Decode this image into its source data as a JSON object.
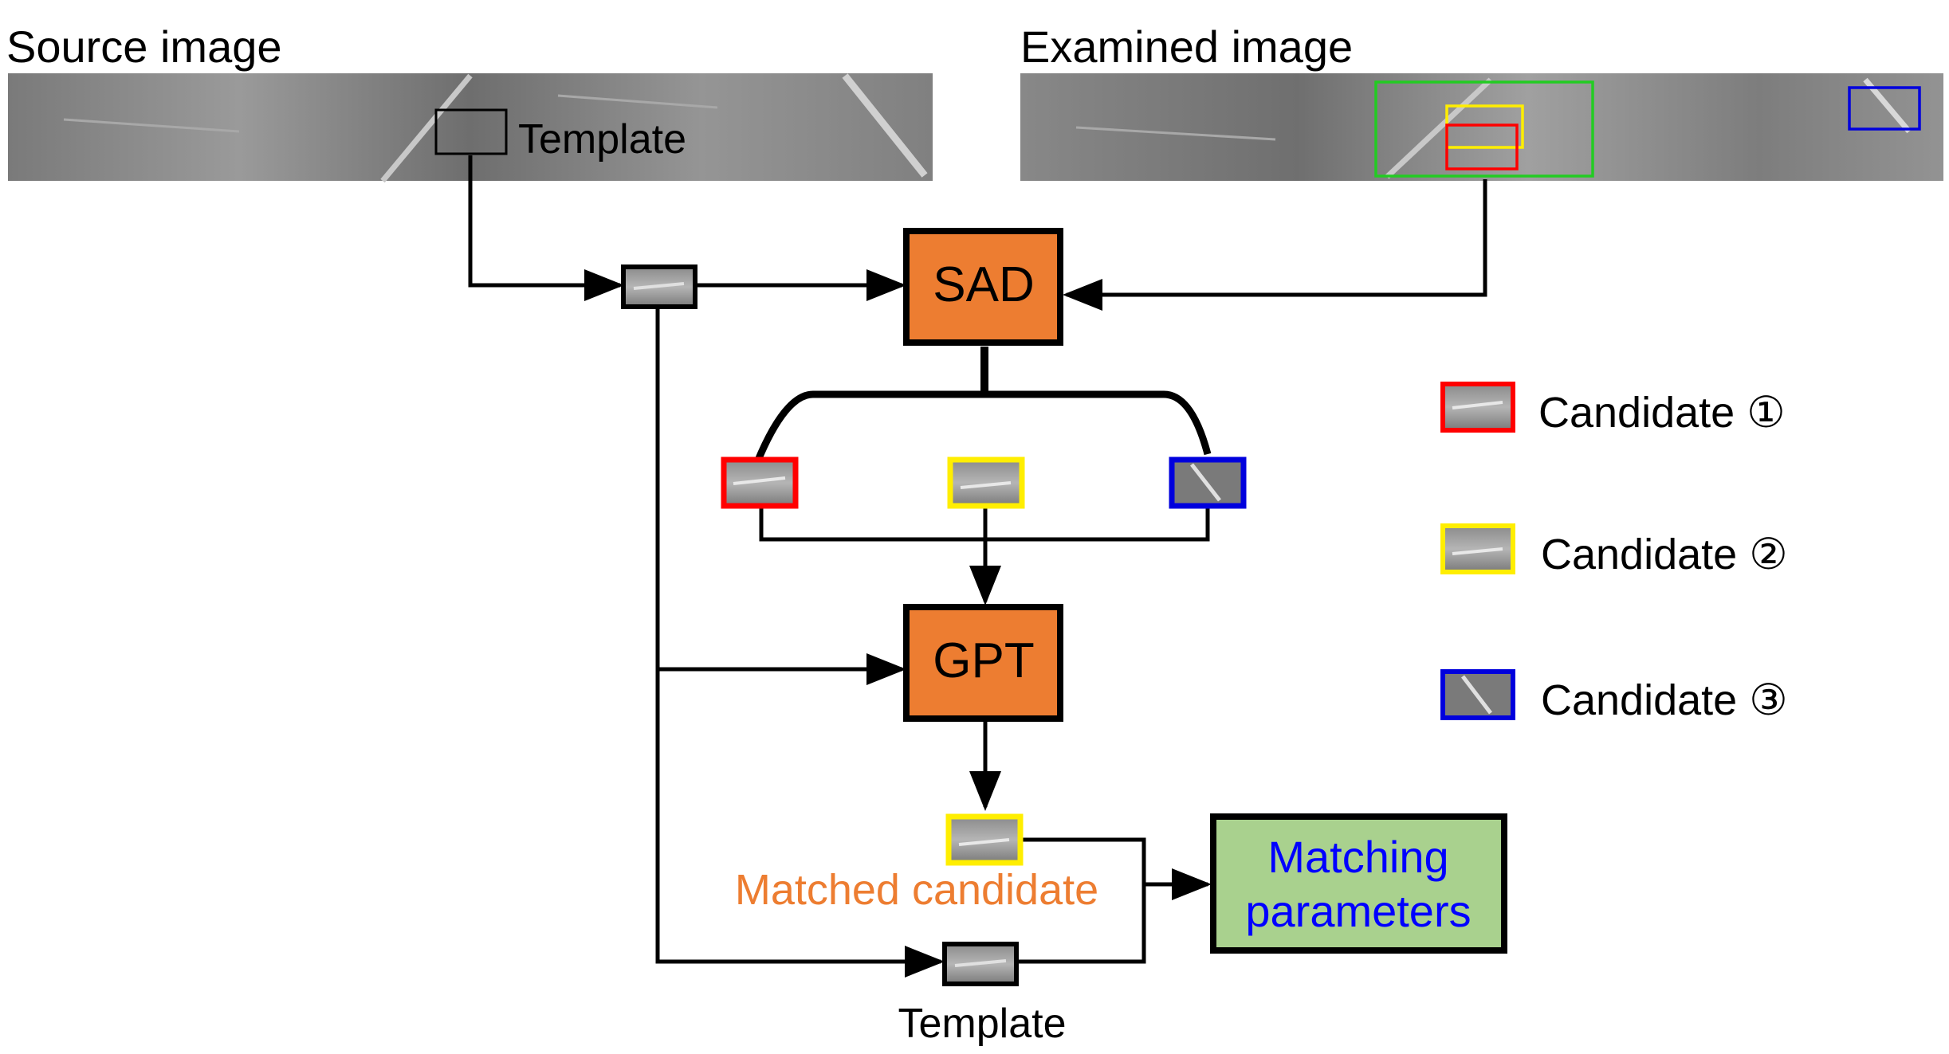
{
  "source": {
    "title": "Source image",
    "template_label": "Template"
  },
  "examined": {
    "title": "Examined image"
  },
  "nodes": {
    "sad": "SAD",
    "gpt": "GPT",
    "matched_label": "Matched candidate",
    "matching_line1": "Matching",
    "matching_line2": "parameters",
    "template_bottom": "Template"
  },
  "legend": [
    {
      "label": "Candidate ①",
      "color": "#ff0000"
    },
    {
      "label": "Candidate ②",
      "color": "#ffff00"
    },
    {
      "label": "Candidate ③",
      "color": "#0000ff"
    }
  ],
  "colors": {
    "box_fill": "#ed7d31",
    "result_fill": "#a9d18e",
    "result_text": "#0000ff",
    "matched_text": "#ed7d31",
    "search_window": "#22cc22"
  },
  "icons": [
    "arrowhead-icon",
    "texture-thumbnail-icon"
  ]
}
